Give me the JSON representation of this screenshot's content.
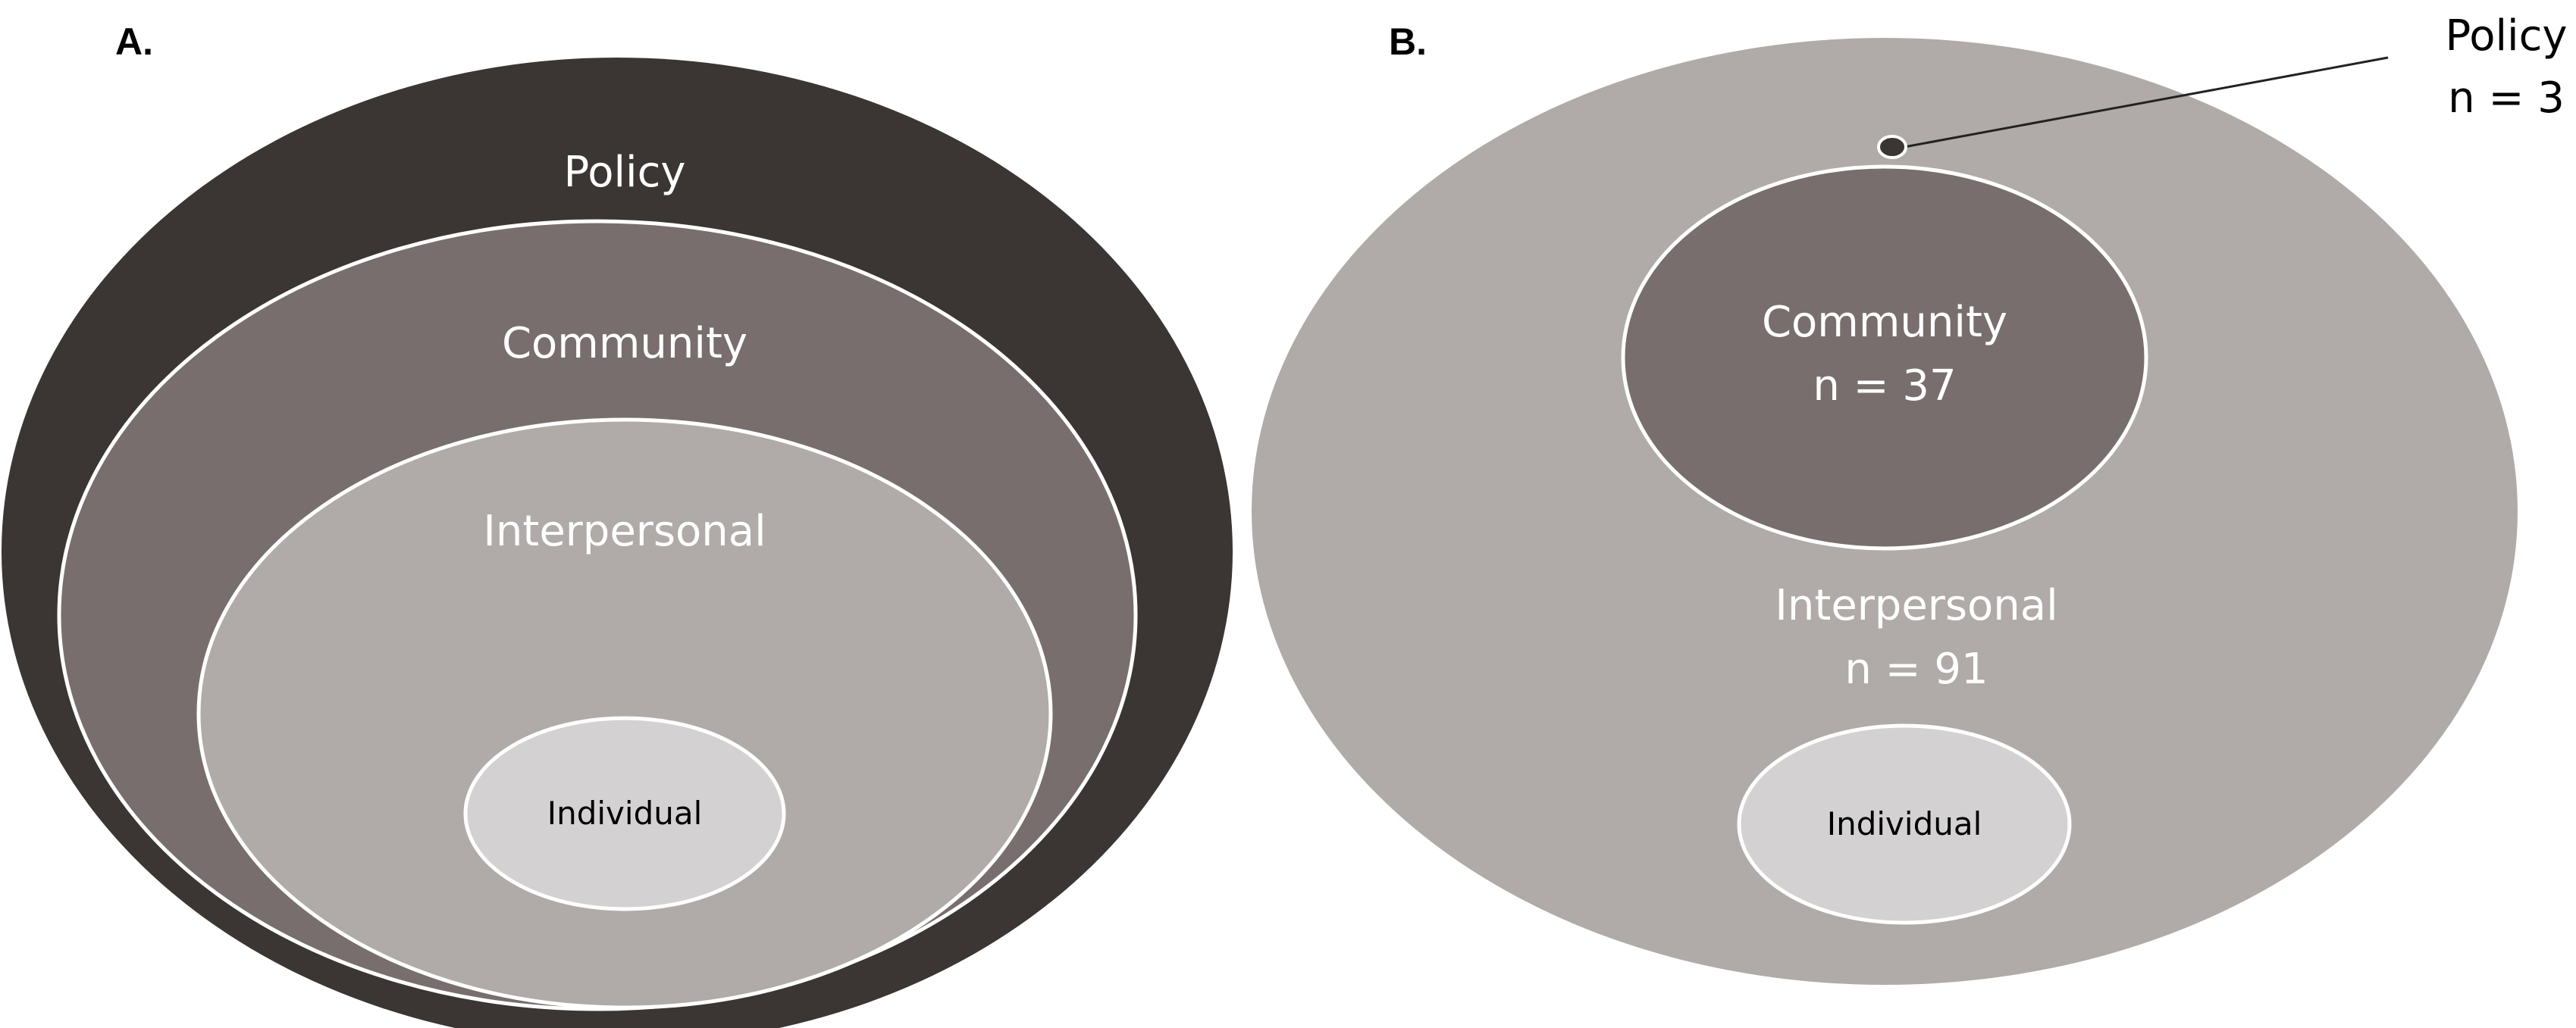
{
  "panels": {
    "a": {
      "label": "A.",
      "levels": {
        "policy": "Policy",
        "community": "Community",
        "interpersonal": "Interpersonal",
        "individual": "Individual"
      }
    },
    "b": {
      "label": "B.",
      "levels": {
        "policy": "Policy",
        "policy_n": "n = 3",
        "community": "Community",
        "community_n": "n = 37",
        "interpersonal": "Interpersonal",
        "interpersonal_n": "n = 91",
        "individual": "Individual"
      }
    }
  },
  "colors": {
    "policy_fill": "#3b3533",
    "community_fill": "#786e6e",
    "interpersonal_fill": "#b0aba8",
    "individual_fill": "#d3d1d1",
    "ring_stroke": "#ffffff",
    "light_text": "#ffffff",
    "dark_text": "#000000"
  }
}
